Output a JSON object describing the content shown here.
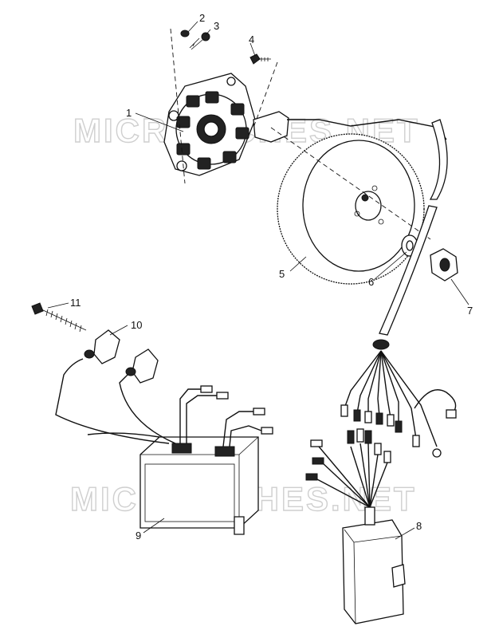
{
  "watermark": {
    "top": "MICROFICHES.NET",
    "bottom": "MICROFICHES.NET"
  },
  "callouts": [
    {
      "id": "1",
      "label": "1"
    },
    {
      "id": "2",
      "label": "2"
    },
    {
      "id": "3",
      "label": "3"
    },
    {
      "id": "4",
      "label": "4"
    },
    {
      "id": "5",
      "label": "5"
    },
    {
      "id": "6",
      "label": "6"
    },
    {
      "id": "7",
      "label": "7"
    },
    {
      "id": "8",
      "label": "8"
    },
    {
      "id": "9",
      "label": "9"
    },
    {
      "id": "10",
      "label": "10"
    },
    {
      "id": "11",
      "label": "11"
    }
  ]
}
